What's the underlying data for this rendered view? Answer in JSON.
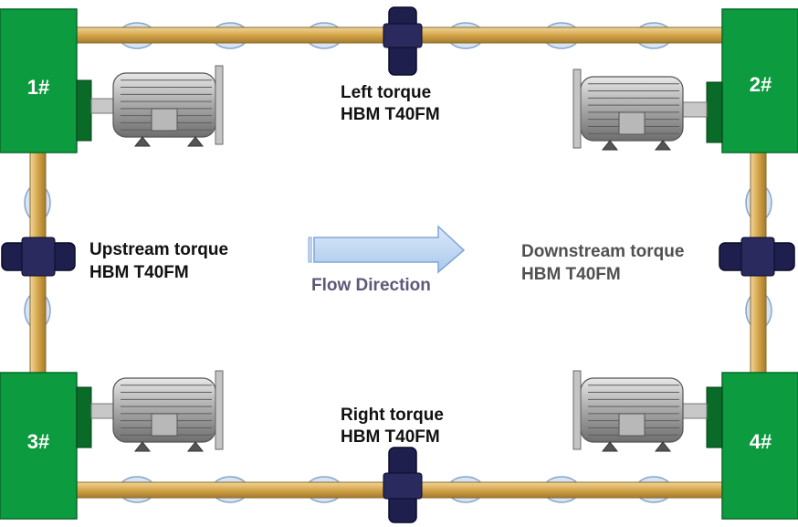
{
  "units": [
    {
      "id": "1#"
    },
    {
      "id": "2#"
    },
    {
      "id": "3#"
    },
    {
      "id": "4#"
    }
  ],
  "torque_sensors": {
    "left": {
      "name": "Left torque",
      "model": "HBM  T40FM"
    },
    "right": {
      "name": "Right torque",
      "model": "HBM  T40FM"
    },
    "upstream": {
      "name": "Upstream torque",
      "model": "HBM  T40FM"
    },
    "downstream": {
      "name": "Downstream torque",
      "model": "HBM  T40FM"
    }
  },
  "flow": {
    "label": "Flow  Direction"
  },
  "colors": {
    "unit_green": "#0d9b3f",
    "shaft_gold": "#d4a54a",
    "coupling_navy": "#1f1f4e",
    "bearing_blue": "#d6e4f5",
    "arrow_blue": "#b9d5f2",
    "motor_gray": "#a8a8a8"
  }
}
